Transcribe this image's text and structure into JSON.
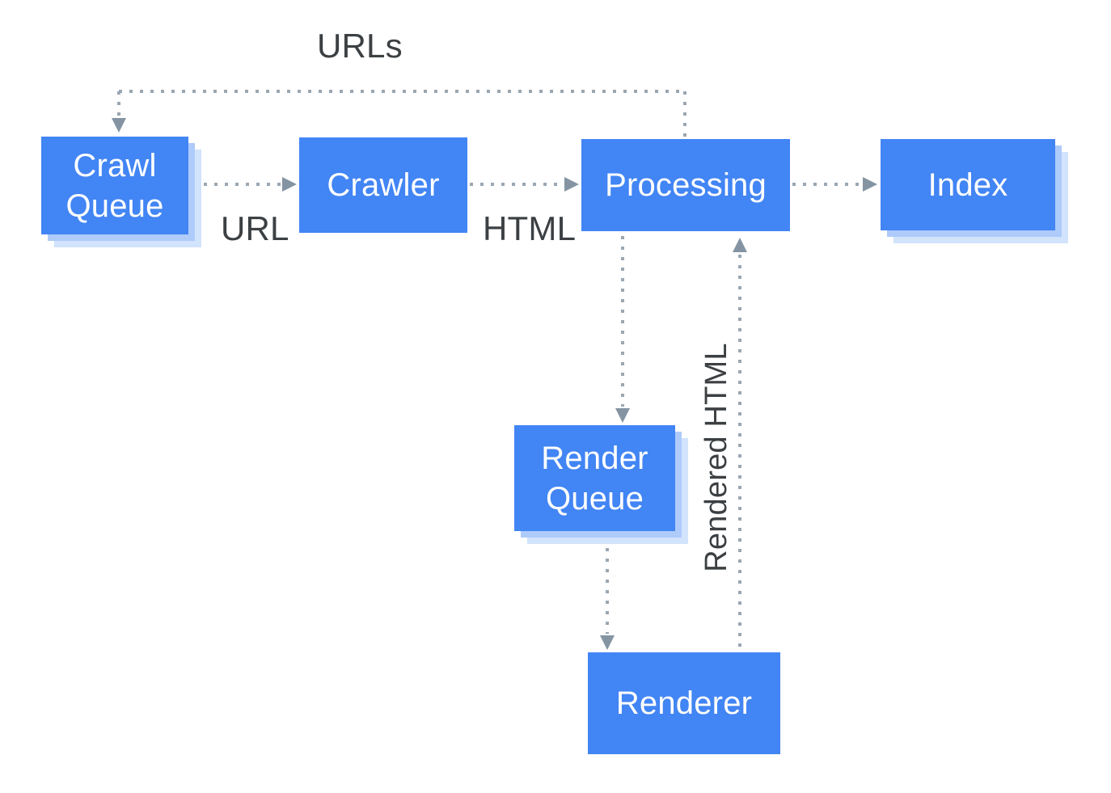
{
  "diagram": {
    "description": "Crawl / render / index pipeline flow diagram",
    "nodes": [
      {
        "id": "crawl-queue",
        "label": "Crawl Queue",
        "kind": "queue-stack"
      },
      {
        "id": "crawler",
        "label": "Crawler",
        "kind": "process"
      },
      {
        "id": "processing",
        "label": "Processing",
        "kind": "process"
      },
      {
        "id": "index",
        "label": "Index",
        "kind": "queue-stack"
      },
      {
        "id": "render-queue",
        "label": "Render Queue",
        "kind": "queue-stack"
      },
      {
        "id": "renderer",
        "label": "Renderer",
        "kind": "process"
      }
    ],
    "edges": [
      {
        "from": "processing",
        "to": "crawl-queue",
        "label": "URLs",
        "style": "dotted-arrow"
      },
      {
        "from": "crawl-queue",
        "to": "crawler",
        "label": "URL",
        "style": "dotted-arrow"
      },
      {
        "from": "crawler",
        "to": "processing",
        "label": "HTML",
        "style": "dotted-arrow"
      },
      {
        "from": "processing",
        "to": "index",
        "label": "",
        "style": "dotted-arrow"
      },
      {
        "from": "processing",
        "to": "render-queue",
        "label": "",
        "style": "dotted-arrow"
      },
      {
        "from": "render-queue",
        "to": "renderer",
        "label": "",
        "style": "dotted-arrow"
      },
      {
        "from": "renderer",
        "to": "processing",
        "label": "Rendered HTML",
        "style": "dotted-arrow"
      }
    ],
    "colors": {
      "background": "#FFFFFF",
      "node_fill": "#4285F4",
      "node_text": "#FFFFFF",
      "stack_shadow_1": "#AECBFA",
      "stack_shadow_2": "#D2E3FC",
      "connector_dot": "#9AA7B2",
      "arrowhead": "#8494A2",
      "label_text": "#3C4043"
    }
  }
}
